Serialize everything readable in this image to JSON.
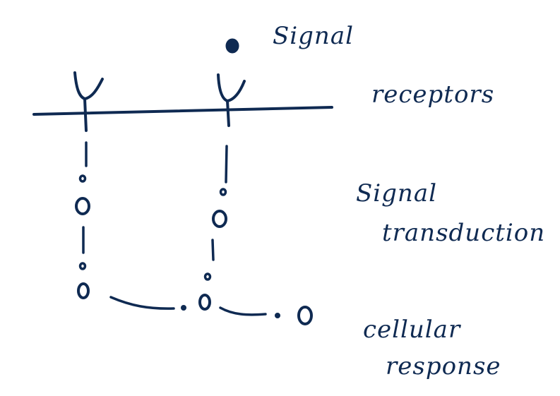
{
  "labels": {
    "signal": "Signal",
    "receptors": "receptors",
    "signal_transduction_line1": "Signal",
    "signal_transduction_line2": "transduction",
    "cellular_response_line1": "cellular",
    "cellular_response_line2": "response"
  },
  "colors": {
    "ink": "#0f2a52",
    "background": "#ffffff"
  }
}
